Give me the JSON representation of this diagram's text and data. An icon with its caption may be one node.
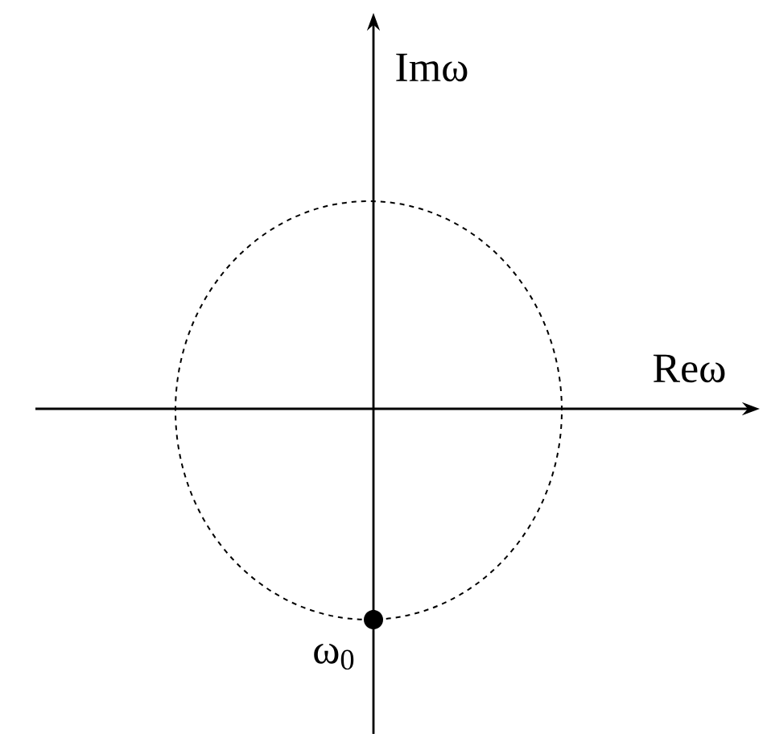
{
  "diagram": {
    "nodes": [
      {
        "text": [],
        "shape": "circle"
      }
    ],
    "labels": [
      "Imω",
      "Reω",
      "ω$_{0}$"
    ]
  }
}
